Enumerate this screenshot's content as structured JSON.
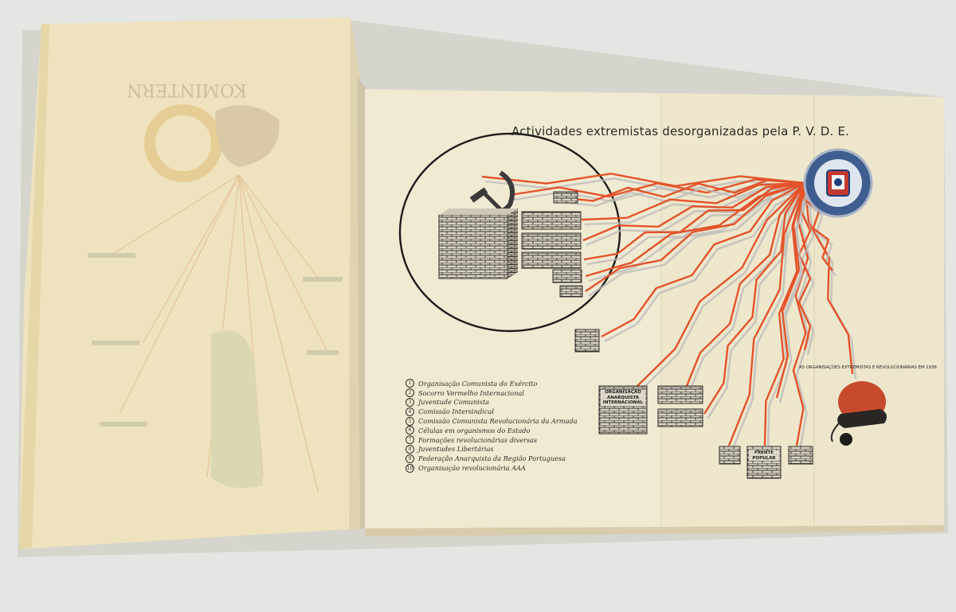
{
  "book": {
    "title": "Actividades extremistas desorganizadas pela P. V. D. E.",
    "legend": [
      {
        "n": "1",
        "label": "Organisação Comunista do Exército"
      },
      {
        "n": "2",
        "label": "Socorro Vermelho Internacional"
      },
      {
        "n": "3",
        "label": "Juventude Comunista"
      },
      {
        "n": "4",
        "label": "Comissão Intersindical"
      },
      {
        "n": "5",
        "label": "Comissão Comunista Revolucionária da Armada"
      },
      {
        "n": "6",
        "label": "Células em organismos do Estado"
      },
      {
        "n": "7",
        "label": "Formações revolucionárias diversas"
      },
      {
        "n": "8",
        "label": "Juventudes Libertárias"
      },
      {
        "n": "9",
        "label": "Federação Anarquista da Região Portuguesa"
      },
      {
        "n": "10",
        "label": "Organisação revolucionária AAA"
      }
    ],
    "side_caption": "AS ORGANISAÇÕES EXTREMISTAS E REVOLUCIONÁRIAS EM 1936",
    "block_labels": {
      "anarchist": "ORGANISAÇÃO ANARQUISTA INTERNACIONAL",
      "front": "FRENTE POPULAR"
    },
    "left_page_title": "KOMINTERN"
  },
  "colors": {
    "background": "#e4e6e3",
    "page_left": "#eee3be",
    "page_right": "#f1ead3",
    "lightning": "#e4532a",
    "ink": "#2b2a26"
  },
  "icons": [
    "hammer-sickle-icon",
    "police-badge-icon",
    "bomb-sack-icon",
    "lightning-bolt-icon",
    "stone-block-icon"
  ]
}
